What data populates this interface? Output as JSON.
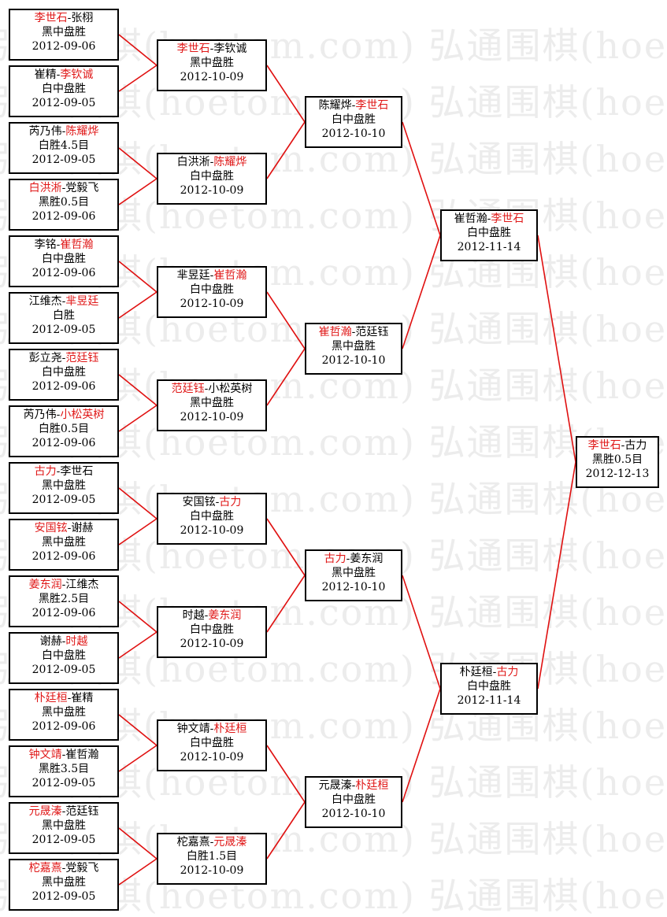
{
  "watermark": "弘通围棋(hoetom.com)",
  "colors": {
    "line": "#e01010",
    "winner": "#e01818",
    "border": "#000000"
  },
  "matches": [
    {
      "id": "r1-1",
      "p1": "李世石",
      "p2": "张栩",
      "winner": 1,
      "result": "黑中盘胜",
      "date": "2012-09-06"
    },
    {
      "id": "r1-2",
      "p1": "崔精",
      "p2": "李钦诚",
      "winner": 2,
      "result": "白中盘胜",
      "date": "2012-09-05"
    },
    {
      "id": "r1-3",
      "p1": "芮乃伟",
      "p2": "陈耀烨",
      "winner": 2,
      "result": "白胜4.5目",
      "date": "2012-09-05"
    },
    {
      "id": "r1-4",
      "p1": "白洪淅",
      "p2": "党毅飞",
      "winner": 1,
      "result": "黑胜0.5目",
      "date": "2012-09-06"
    },
    {
      "id": "r1-5",
      "p1": "李铭",
      "p2": "崔哲瀚",
      "winner": 2,
      "result": "白中盘胜",
      "date": "2012-09-06"
    },
    {
      "id": "r1-6",
      "p1": "江维杰",
      "p2": "芈昱廷",
      "winner": 2,
      "result": "白胜",
      "date": "2012-09-05"
    },
    {
      "id": "r1-7",
      "p1": "彭立尧",
      "p2": "范廷钰",
      "winner": 2,
      "result": "白中盘胜",
      "date": "2012-09-06"
    },
    {
      "id": "r1-8",
      "p1": "芮乃伟",
      "p2": "小松英树",
      "winner": 2,
      "result": "白胜0.5目",
      "date": "2012-09-06"
    },
    {
      "id": "r1-9",
      "p1": "古力",
      "p2": "李世石",
      "winner": 1,
      "result": "黑中盘胜",
      "date": "2012-09-05"
    },
    {
      "id": "r1-10",
      "p1": "安国铉",
      "p2": "谢赫",
      "winner": 1,
      "result": "黑中盘胜",
      "date": "2012-09-06"
    },
    {
      "id": "r1-11",
      "p1": "姜东润",
      "p2": "江维杰",
      "winner": 1,
      "result": "黑胜2.5目",
      "date": "2012-09-06"
    },
    {
      "id": "r1-12",
      "p1": "谢赫",
      "p2": "时越",
      "winner": 2,
      "result": "白中盘胜",
      "date": "2012-09-05"
    },
    {
      "id": "r1-13",
      "p1": "朴廷桓",
      "p2": "崔精",
      "winner": 1,
      "result": "黑中盘胜",
      "date": "2012-09-06"
    },
    {
      "id": "r1-14",
      "p1": "钟文靖",
      "p2": "崔哲瀚",
      "winner": 1,
      "result": "黑胜3.5目",
      "date": "2012-09-05"
    },
    {
      "id": "r1-15",
      "p1": "元晟溱",
      "p2": "范廷钰",
      "winner": 1,
      "result": "黑中盘胜",
      "date": "2012-09-05"
    },
    {
      "id": "r1-16",
      "p1": "柁嘉熹",
      "p2": "党毅飞",
      "winner": 1,
      "result": "黑中盘胜",
      "date": "2012-09-05"
    },
    {
      "id": "r2-1",
      "p1": "李世石",
      "p2": "李钦诚",
      "winner": 1,
      "result": "黑中盘胜",
      "date": "2012-10-09"
    },
    {
      "id": "r2-2",
      "p1": "白洪淅",
      "p2": "陈耀烨",
      "winner": 2,
      "result": "白中盘胜",
      "date": "2012-10-09"
    },
    {
      "id": "r2-3",
      "p1": "芈昱廷",
      "p2": "崔哲瀚",
      "winner": 2,
      "result": "白中盘胜",
      "date": "2012-10-09"
    },
    {
      "id": "r2-4",
      "p1": "范廷钰",
      "p2": "小松英树",
      "winner": 1,
      "result": "黑中盘胜",
      "date": "2012-10-09"
    },
    {
      "id": "r2-5",
      "p1": "安国铉",
      "p2": "古力",
      "winner": 2,
      "result": "白中盘胜",
      "date": "2012-10-09"
    },
    {
      "id": "r2-6",
      "p1": "时越",
      "p2": "姜东润",
      "winner": 2,
      "result": "白中盘胜",
      "date": "2012-10-09"
    },
    {
      "id": "r2-7",
      "p1": "钟文靖",
      "p2": "朴廷桓",
      "winner": 2,
      "result": "白中盘胜",
      "date": "2012-10-09"
    },
    {
      "id": "r2-8",
      "p1": "柁嘉熹",
      "p2": "元晟溱",
      "winner": 2,
      "result": "白胜1.5目",
      "date": "2012-10-09"
    },
    {
      "id": "r3-1",
      "p1": "陈耀烨",
      "p2": "李世石",
      "winner": 2,
      "result": "白中盘胜",
      "date": "2012-10-10"
    },
    {
      "id": "r3-2",
      "p1": "崔哲瀚",
      "p2": "范廷钰",
      "winner": 1,
      "result": "黑中盘胜",
      "date": "2012-10-10"
    },
    {
      "id": "r3-3",
      "p1": "古力",
      "p2": "姜东润",
      "winner": 1,
      "result": "黑中盘胜",
      "date": "2012-10-10"
    },
    {
      "id": "r3-4",
      "p1": "元晟溱",
      "p2": "朴廷桓",
      "winner": 2,
      "result": "白中盘胜",
      "date": "2012-10-10"
    },
    {
      "id": "r4-1",
      "p1": "崔哲瀚",
      "p2": "李世石",
      "winner": 2,
      "result": "白中盘胜",
      "date": "2012-11-14"
    },
    {
      "id": "r4-2",
      "p1": "朴廷桓",
      "p2": "古力",
      "winner": 2,
      "result": "白中盘胜",
      "date": "2012-11-14"
    },
    {
      "id": "final",
      "p1": "李世石",
      "p2": "古力",
      "winner": 1,
      "result": "黑胜0.5目",
      "date": "2012-12-13"
    }
  ],
  "links": [
    [
      "r1-1",
      "r2-1"
    ],
    [
      "r1-2",
      "r2-1"
    ],
    [
      "r1-3",
      "r2-2"
    ],
    [
      "r1-4",
      "r2-2"
    ],
    [
      "r1-5",
      "r2-3"
    ],
    [
      "r1-6",
      "r2-3"
    ],
    [
      "r1-7",
      "r2-4"
    ],
    [
      "r1-8",
      "r2-4"
    ],
    [
      "r1-9",
      "r2-5"
    ],
    [
      "r1-10",
      "r2-5"
    ],
    [
      "r1-11",
      "r2-6"
    ],
    [
      "r1-12",
      "r2-6"
    ],
    [
      "r1-13",
      "r2-7"
    ],
    [
      "r1-14",
      "r2-7"
    ],
    [
      "r1-15",
      "r2-8"
    ],
    [
      "r1-16",
      "r2-8"
    ],
    [
      "r2-1",
      "r3-1"
    ],
    [
      "r2-2",
      "r3-1"
    ],
    [
      "r2-3",
      "r3-2"
    ],
    [
      "r2-4",
      "r3-2"
    ],
    [
      "r2-5",
      "r3-3"
    ],
    [
      "r2-6",
      "r3-3"
    ],
    [
      "r2-7",
      "r3-4"
    ],
    [
      "r2-8",
      "r3-4"
    ],
    [
      "r3-1",
      "r4-1"
    ],
    [
      "r3-2",
      "r4-1"
    ],
    [
      "r3-3",
      "r4-2"
    ],
    [
      "r3-4",
      "r4-2"
    ],
    [
      "r4-1",
      "final"
    ],
    [
      "r4-2",
      "final"
    ]
  ]
}
